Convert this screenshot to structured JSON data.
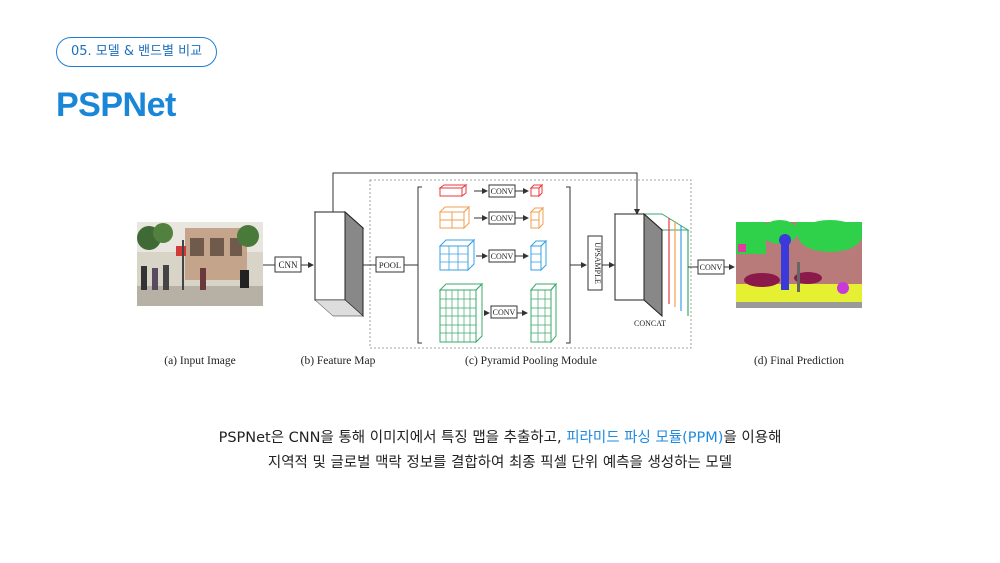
{
  "header": {
    "tag": "05. 모델 & 밴드별 비교",
    "title": "PSPNet"
  },
  "diagram": {
    "conv_label": "CONV",
    "cnn_label": "CNN",
    "pool_label": "POOL",
    "upsample_label": "UPSAMPLE",
    "concat_label": "CONCAT",
    "captions": {
      "input": "(a) Input Image",
      "feature": "(b) Feature Map",
      "ppm": "(c) Pyramid Pooling Module",
      "prediction": "(d) Final Prediction"
    },
    "colors": {
      "level1": "#e8383b",
      "level2": "#f0a050",
      "level3": "#3aa0e0",
      "level4": "#3aa86a"
    }
  },
  "description": {
    "line1_before": "PSPNet은 CNN을 통해 이미지에서 특징 맵을 추출하고, ",
    "line1_highlight": "피라미드 파싱 모듈(PPM)",
    "line1_after": "을 이용해",
    "line2": "지역적 및 글로벌 맥락 정보를 결합하여 최종 픽셀 단위 예측을 생성하는 모델"
  }
}
